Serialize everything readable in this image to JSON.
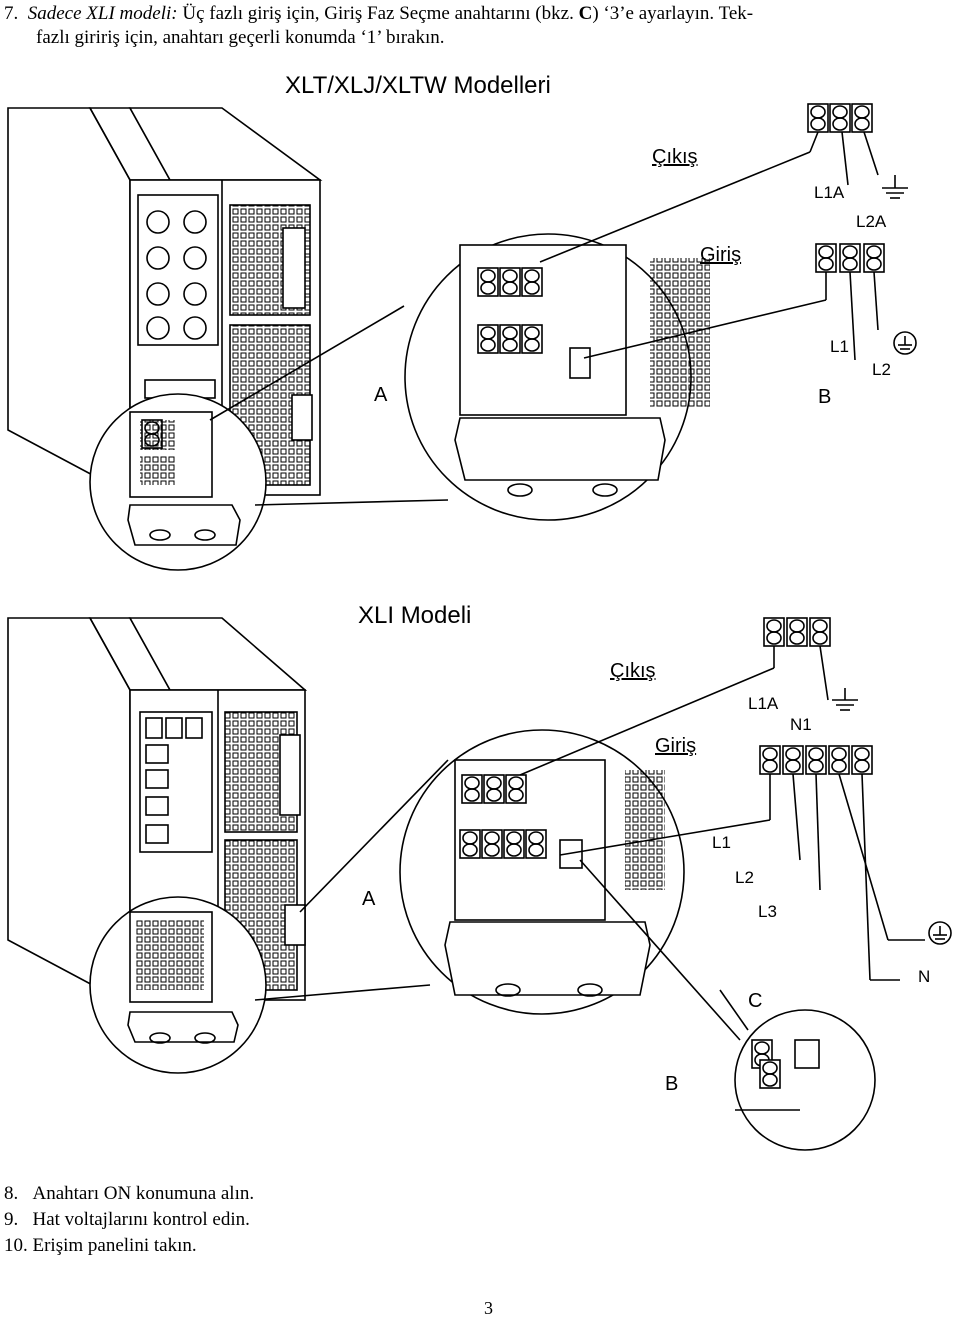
{
  "step7": {
    "number": "7.",
    "lead_italic": "Sadece XLI modeli:",
    "line1_rest": " Üç fazlı giriş için, Giriş Faz Seçme anahtarını (bkz. ",
    "ref_bold": "C",
    "line1_end": ") ‘3’e ayarlayın. Tek-",
    "line2": "fazlı giririş için, anahtarı geçerli konumda ‘1’ bırakın."
  },
  "figure1": {
    "title": "XLT/XLJ/XLTW Modelleri",
    "output_label": "Çıkış",
    "input_label": "Giriş",
    "labels": {
      "l1a": "L1A",
      "l2a": "L2A",
      "l1": "L1",
      "l2": "L2",
      "a": "A",
      "b": "B"
    }
  },
  "figure2": {
    "title": "XLI Modeli",
    "output_label": "Çıkış",
    "input_label": "Giriş",
    "labels": {
      "l1a": "L1A",
      "n1": "N1",
      "l1": "L1",
      "l2": "L2",
      "l3": "L3",
      "n": "N",
      "a": "A",
      "b": "B",
      "c": "C"
    }
  },
  "steps": [
    {
      "number": "8.",
      "text": "Anahtarı ON konumuna alın."
    },
    {
      "number": "9.",
      "text": "Hat voltajlarını kontrol edin."
    },
    {
      "number": "10.",
      "text": "Erişim panelini takın."
    }
  ],
  "page_number": "3"
}
